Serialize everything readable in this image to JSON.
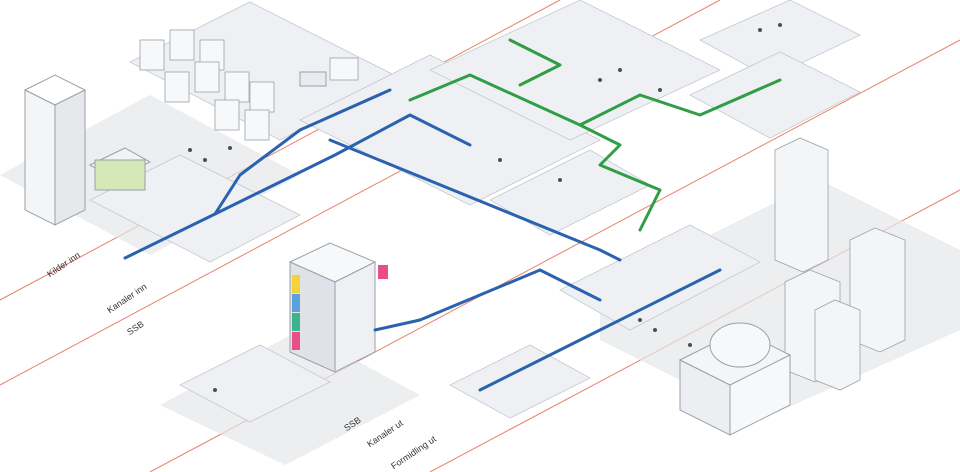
{
  "labels": {
    "kilder_inn": "Kilder inn",
    "kanaler_inn": "Kanaler inn",
    "ssb_top": "SSB",
    "ssb_bottom": "SSB",
    "kanaler_ut": "Kanaler ut",
    "formidling_ut": "Formidling ut"
  },
  "colors": {
    "boundary_line": "#e8836a",
    "flow_blue": "#2a62b0",
    "flow_green": "#2f9e44",
    "platform": "#eceef1",
    "platform_edge": "#c5cad1",
    "zone_shade": "#dfe2e6",
    "building": "#f4f5f7",
    "building_edge": "#9aa1aa",
    "tower_colors": [
      "#f2d43a",
      "#5aa0dc",
      "#3cb38a",
      "#e84e8a"
    ]
  },
  "icons": [
    "server-rack-icon",
    "person-icon",
    "tower-building-icon",
    "house-icon",
    "museum-dome-icon",
    "van-icon"
  ]
}
